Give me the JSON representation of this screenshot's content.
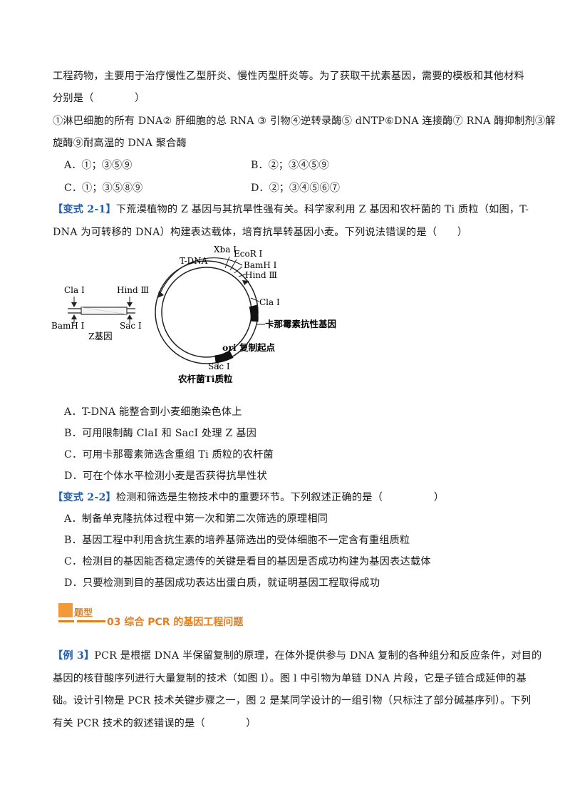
{
  "intro": {
    "line1": "工程药物，主要用于治疗慢性乙型肝炎、慢性丙型肝炎等。为了获取干扰素基因，需要的模板和其他材料",
    "line2": "分别是（　　　　）",
    "line3": "①淋巴细胞的所有 DNA② 肝细胞的总 RNA ③ 引物④逆转录酶⑤ dNTP⑥DNA 连接酶⑦ RNA 酶抑制剂③解",
    "line4": "旋酶⑨耐高温的 DNA  聚合酶"
  },
  "q1_options": {
    "A": "A．①；③⑤⑨",
    "B": "B．②；③④⑤⑨",
    "C": "C．①；③⑤⑧⑨",
    "D": "D．②；③④⑤⑥⑦"
  },
  "q2": {
    "tag": "【变式 2-1】",
    "line1": "下荒漠植物的 Z 基因与其抗旱性强有关。科学家利用 Z 基因和农杆菌的 Ti 质粒（如图，T-",
    "line2": "DNA 为可转移的 DNA）构建表达载体，培育抗旱转基因小麦。下列说法错误的是（　　）",
    "options": {
      "A": "A．T-DNA 能整合到小麦细胞染色体上",
      "B": "B．可用限制酶 ClaI 和 SacI 处理  Z  基因",
      "C": "C．可用卡那霉素筛选含重组 Ti 质粒的农杆菌",
      "D": "D．可在个体水平检测小麦是否获得抗旱性状"
    }
  },
  "figure": {
    "gene_labels": {
      "cla": "Cla Ⅰ",
      "hind": "Hind Ⅲ",
      "bam": "BamH Ⅰ",
      "sac": "Sac Ⅰ",
      "caption": "Z基因"
    },
    "plasmid_labels": {
      "tdna": "T-DNA",
      "xba": "Xba Ⅰ",
      "ecor": "EcoR Ⅰ",
      "bam": "BamH Ⅰ",
      "hind": "Hind Ⅲ",
      "cla": "Cla Ⅰ",
      "kan": "卡那霉素抗性基因",
      "ori": "ori 复制起点",
      "sac": "Sac Ⅰ",
      "caption": "农杆菌Ti质粒"
    }
  },
  "q3": {
    "tag": "【变式 2-2】",
    "stem": "检测和筛选是生物技术中的重要环节。下列叙述正确的是（　　　　　）",
    "options": {
      "A": "A．制备单克隆抗体过程中第一次和第二次筛选的原理相同",
      "B": "B．基因工程中利用含抗生素的培养基筛选出的受体细胞不一定含有重组质粒",
      "C": "C．检测目的基因能否稳定遗传的关键是看目的基因是否成功构建为基因表达载体",
      "D": "D．只要检测到目的基因成功表达出蛋白质，就证明基因工程取得成功"
    }
  },
  "section": {
    "label": "题型",
    "title": "03  综合 PCR 的基因工程问题"
  },
  "example": {
    "tag": "【例 3】",
    "line1": "PCR 是根据 DNA 半保留复制的原理，在体外提供参与 DNA 复制的各种组分和反应条件，对目的",
    "line2": "基因的核苷酸序列进行大量复制的技术（如图 l）。图 l 中引物为单链 DNA 片段，它是子链合成延伸的基",
    "line3": "础。设计引物是 PCR 技术关键步骤之一，图 2 是某同学设计的一组引物（只标注了部分碱基序列）。下列",
    "line4": "有关 PCR 技术的叙述错误的是（　　　　）"
  },
  "colors": {
    "tag_blue": "#1f5fae",
    "section_orange": "#e2801f",
    "square_orange": "#f29a3a"
  }
}
